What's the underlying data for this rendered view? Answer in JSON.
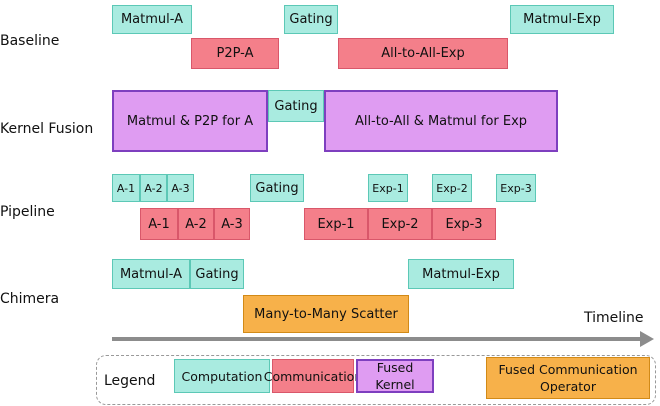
{
  "rows": {
    "baseline": "Baseline",
    "kernel_fusion": "Kernel Fusion",
    "pipeline": "Pipeline",
    "chimera": "Chimera"
  },
  "baseline": {
    "matmul_a": "Matmul-A",
    "p2p_a": "P2P-A",
    "gating": "Gating",
    "all_to_all_exp": "All-to-All-Exp",
    "matmul_exp": "Matmul-Exp"
  },
  "kernel_fusion": {
    "matmul_p2p": "Matmul & P2P for A",
    "gating": "Gating",
    "all_to_all_matmul": "All-to-All & Matmul for Exp"
  },
  "pipeline": {
    "comp_a1": "A-1",
    "comp_a2": "A-2",
    "comp_a3": "A-3",
    "gating": "Gating",
    "comp_exp1": "Exp-1",
    "comp_exp2": "Exp-2",
    "comp_exp3": "Exp-3",
    "comm_a1": "A-1",
    "comm_a2": "A-2",
    "comm_a3": "A-3",
    "comm_exp1": "Exp-1",
    "comm_exp2": "Exp-2",
    "comm_exp3": "Exp-3"
  },
  "chimera": {
    "matmul_a": "Matmul-A",
    "gating": "Gating",
    "many_to_many": "Many-to-Many Scatter",
    "matmul_exp": "Matmul-Exp"
  },
  "timeline": {
    "label": "Timeline"
  },
  "legend": {
    "title": "Legend",
    "computation": "Computation",
    "communication": "Communication",
    "fused_kernel": "Fused Kernel",
    "fused_comm": "Fused Communication Operator"
  },
  "colors": {
    "computation": "#a9ebe0",
    "communication": "#f47f8a",
    "fused_kernel": "#df9cf2",
    "fused_communication_operator": "#f7b14a"
  }
}
